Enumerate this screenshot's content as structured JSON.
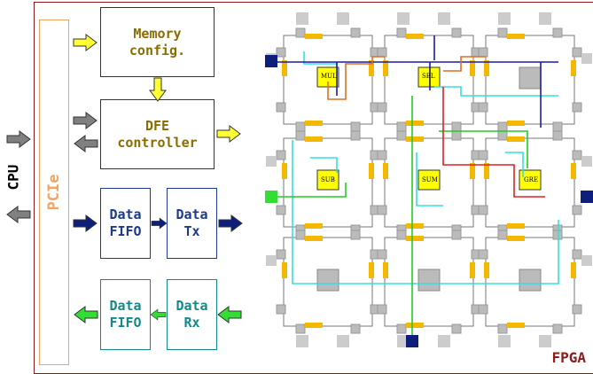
{
  "labels": {
    "cpu": "CPU",
    "pcie": "PCIe",
    "fpga": "FPGA",
    "memory_config": "Memory\nconfig.",
    "dfe_controller": "DFE\ncontroller",
    "data_fifo_tx": "Data\nFIFO",
    "data_tx": "Data\nTx",
    "data_fifo_rx": "Data\nFIFO",
    "data_rx": "Data\nRx"
  },
  "ops": [
    "MUL",
    "SEL",
    "SUB",
    "SUM",
    "GRE"
  ],
  "colors": {
    "fpga_border": "#8b1a1a",
    "pcie_border": "#f4a460",
    "arrow_yellow": "#ffff33",
    "arrow_gray": "#808080",
    "arrow_navy": "#0d1f7a",
    "arrow_green": "#33dd33",
    "node_yellow": "#ffff00",
    "port_orange": "#f5b800",
    "wire_cyan": "#33e0e0",
    "wire_navy": "#1a1aa6",
    "wire_green": "#22cc22",
    "wire_red": "#e02020",
    "wire_orange": "#e07020"
  }
}
